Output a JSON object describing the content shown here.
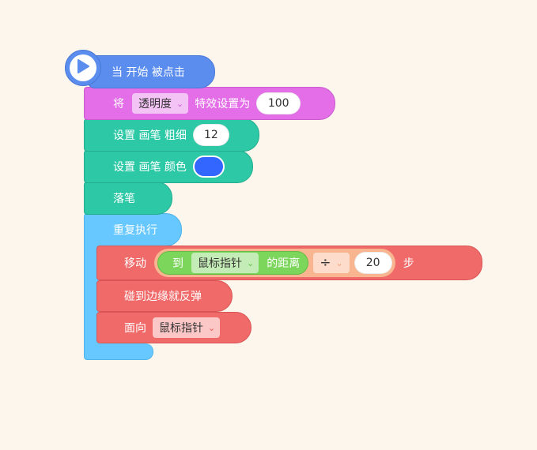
{
  "colors": {
    "background": "#fdf6ec",
    "events": "#5b8def",
    "looks": "#e36ee8",
    "pen": "#2dc8a6",
    "control": "#67c8ff",
    "motion": "#f06a6a",
    "operator": "#f8b58f",
    "sensing_green": "#7cd65c",
    "pen_color_value": "#3366ff"
  },
  "hat": {
    "label": "当 开始 被点击",
    "icon": "play-icon"
  },
  "looks_block": {
    "prefix": "将",
    "effect": "透明度",
    "suffix": "特效设置为",
    "value": "100"
  },
  "pen_size_block": {
    "label": "设置 画笔 粗细",
    "value": "12"
  },
  "pen_color_block": {
    "label": "设置 画笔 颜色"
  },
  "pen_down_block": {
    "label": "落笔"
  },
  "repeat_block": {
    "label": "重复执行"
  },
  "move_block": {
    "label": "移动",
    "distance_to": "到",
    "target": "鼠标指针",
    "distance_suffix": "的距离",
    "operator": "÷",
    "divisor": "20",
    "unit": "步"
  },
  "bounce_block": {
    "label": "碰到边缘就反弹"
  },
  "face_block": {
    "label": "面向",
    "target": "鼠标指针"
  }
}
